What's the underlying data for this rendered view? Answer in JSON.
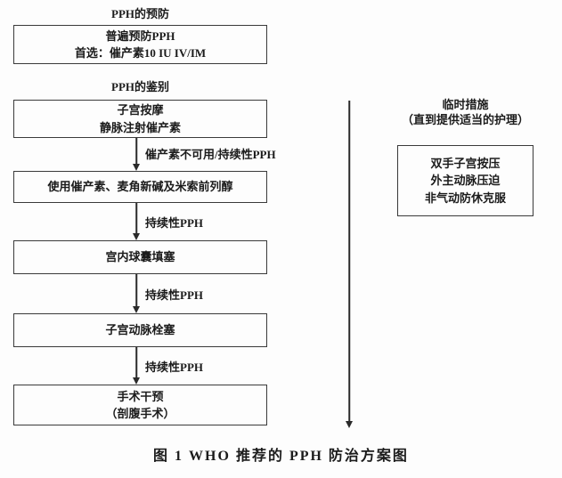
{
  "caption": "图 1  WHO 推荐的 PPH 防治方案图",
  "left_column": {
    "section1_label": "PPH的预防",
    "box_prevention": {
      "line1": "普遍预防PPH",
      "line2": "首选：催产素10 IU IV/IM"
    },
    "section2_label": "PPH的鉴别",
    "box_identify": {
      "line1": "子宫按摩",
      "line2": "静脉注射催产素"
    },
    "arrow1_label": "催产素不可用/持续性PPH",
    "box_drugs": "使用催产素、麦角新碱及米索前列醇",
    "arrow2_label": "持续性PPH",
    "box_balloon": "宫内球囊填塞",
    "arrow3_label": "持续性PPH",
    "box_embolization": "子宫动脉栓塞",
    "arrow4_label": "持续性PPH",
    "box_surgery": {
      "line1": "手术干预",
      "line2": "（剖腹手术）"
    }
  },
  "right_column": {
    "label_line1": "临时措施",
    "label_line2": "（直到提供适当的护理）",
    "box_temporary": {
      "line1": "双手子宫按压",
      "line2": "外主动脉压迫",
      "line3": "非气动防休克服"
    }
  }
}
